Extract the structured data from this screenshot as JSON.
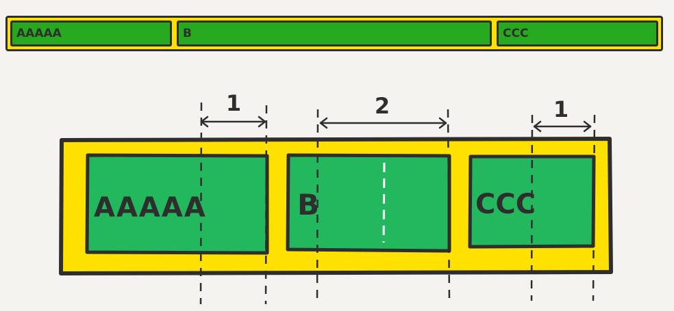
{
  "demo_bar": {
    "items": [
      {
        "label": "AAAAA",
        "grow": 1
      },
      {
        "label": "B",
        "grow": 2
      },
      {
        "label": "CCC",
        "grow": 1
      }
    ]
  },
  "sketch": {
    "boxes": [
      "AAAAA",
      "B",
      "CCC"
    ],
    "grow_labels": [
      "1",
      "2",
      "1"
    ]
  },
  "colors": {
    "container_yellow": "#ffe100",
    "item_green_top": "#26a81f",
    "item_green_sketch": "#23b85e",
    "outline": "#2e2e2e",
    "background": "#f4f3ef"
  }
}
